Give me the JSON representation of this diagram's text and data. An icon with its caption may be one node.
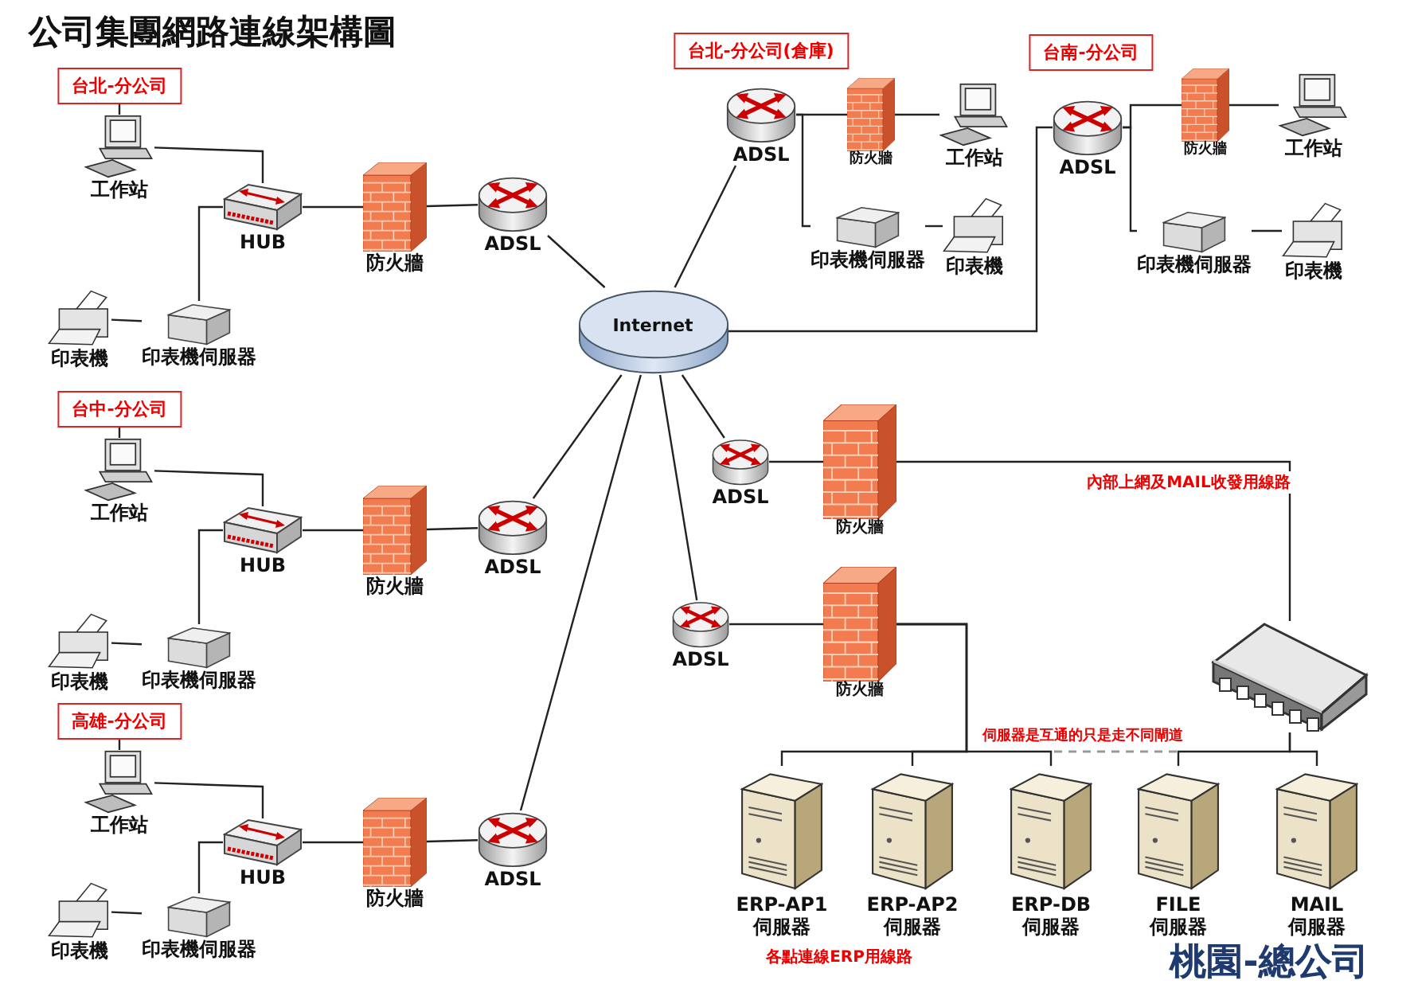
{
  "diagram": {
    "title": "公司集團網路連線架構圖",
    "nodes": [
      {
        "text": [
          "台北-分公司"
        ]
      },
      {
        "text": [
          "工作站"
        ]
      },
      {
        "text": [
          "HUB"
        ]
      },
      {
        "text": [
          "印表機"
        ]
      },
      {
        "text": [
          "印表機伺服器"
        ]
      },
      {
        "text": [
          "防火牆"
        ]
      },
      {
        "text": [
          "ADSL"
        ]
      },
      {
        "text": [
          "台中-分公司"
        ]
      },
      {
        "text": [
          "工作站"
        ]
      },
      {
        "text": [
          "HUB"
        ]
      },
      {
        "text": [
          "印表機"
        ]
      },
      {
        "text": [
          "印表機伺服器"
        ]
      },
      {
        "text": [
          "防火牆"
        ]
      },
      {
        "text": [
          "ADSL"
        ]
      },
      {
        "text": [
          "高雄-分公司"
        ]
      },
      {
        "text": [
          "工作站"
        ]
      },
      {
        "text": [
          "HUB"
        ]
      },
      {
        "text": [
          "印表機"
        ]
      },
      {
        "text": [
          "印表機伺服器"
        ]
      },
      {
        "text": [
          "防火牆"
        ]
      },
      {
        "text": [
          "ADSL"
        ]
      },
      {
        "text": [
          "Internet"
        ]
      },
      {
        "text": [
          "台北-分公司(倉庫)"
        ]
      },
      {
        "text": [
          "ADSL"
        ]
      },
      {
        "text": [
          "防火牆"
        ]
      },
      {
        "text": [
          "工作站"
        ]
      },
      {
        "text": [
          "印表機伺服器"
        ]
      },
      {
        "text": [
          "印表機"
        ]
      },
      {
        "text": [
          "台南-分公司"
        ]
      },
      {
        "text": [
          "ADSL"
        ]
      },
      {
        "text": [
          "防火牆"
        ]
      },
      {
        "text": [
          "工作站"
        ]
      },
      {
        "text": [
          "印表機伺服器"
        ]
      },
      {
        "text": [
          "印表機"
        ]
      },
      {
        "text": [
          "ADSL"
        ]
      },
      {
        "text": [
          "防火牆"
        ]
      },
      {
        "text": [
          "ADSL"
        ]
      },
      {
        "text": [
          "防火牆"
        ]
      },
      {
        "text": [],
        "shape": "box"
      },
      {
        "text": [
          "ERP-AP1 伺服器"
        ]
      },
      {
        "text": [
          "ERP-AP2 伺服器"
        ]
      },
      {
        "text": [
          "ERP-DB 伺服器"
        ]
      },
      {
        "text": [
          "FILE 伺服器"
        ]
      },
      {
        "text": [
          "MAIL 伺服器"
        ]
      }
    ],
    "edges": [
      {
        "from": 0,
        "to": 1,
        "arrow": "none"
      },
      {
        "from": 1,
        "to": 2,
        "arrow": "none"
      },
      {
        "from": 4,
        "to": 2,
        "arrow": "none"
      },
      {
        "from": 3,
        "to": 4,
        "arrow": "none"
      },
      {
        "from": 2,
        "to": 5,
        "arrow": "none"
      },
      {
        "from": 5,
        "to": 6,
        "arrow": "none"
      },
      {
        "from": 6,
        "to": 21,
        "arrow": "none"
      },
      {
        "from": 7,
        "to": 8,
        "arrow": "none"
      },
      {
        "from": 8,
        "to": 9,
        "arrow": "none"
      },
      {
        "from": 11,
        "to": 9,
        "arrow": "none"
      },
      {
        "from": 10,
        "to": 11,
        "arrow": "none"
      },
      {
        "from": 9,
        "to": 12,
        "arrow": "none"
      },
      {
        "from": 12,
        "to": 13,
        "arrow": "none"
      },
      {
        "from": 13,
        "to": 21,
        "arrow": "none"
      },
      {
        "from": 14,
        "to": 15,
        "arrow": "none"
      },
      {
        "from": 15,
        "to": 16,
        "arrow": "none"
      },
      {
        "from": 18,
        "to": 16,
        "arrow": "none"
      },
      {
        "from": 17,
        "to": 18,
        "arrow": "none"
      },
      {
        "from": 16,
        "to": 19,
        "arrow": "none"
      },
      {
        "from": 19,
        "to": 20,
        "arrow": "none"
      },
      {
        "from": 20,
        "to": 21,
        "arrow": "none"
      },
      {
        "from": 21,
        "to": 23,
        "arrow": "none"
      },
      {
        "from": 23,
        "to": 24,
        "arrow": "none"
      },
      {
        "from": 23,
        "to": 26,
        "arrow": "none"
      },
      {
        "from": 24,
        "to": 25,
        "arrow": "none"
      },
      {
        "from": 26,
        "to": 27,
        "arrow": "none"
      },
      {
        "from": 21,
        "to": 29,
        "arrow": "none"
      },
      {
        "from": 29,
        "to": 30,
        "arrow": "none"
      },
      {
        "from": 29,
        "to": 32,
        "arrow": "none"
      },
      {
        "from": 30,
        "to": 31,
        "arrow": "none"
      },
      {
        "from": 32,
        "to": 33,
        "arrow": "none"
      },
      {
        "from": 21,
        "to": 34,
        "arrow": "none"
      },
      {
        "from": 34,
        "to": 35,
        "arrow": "none"
      },
      {
        "from": 35,
        "to": 38,
        "arrow": "none",
        "label": "內部上網及MAIL收發用線路"
      },
      {
        "from": 21,
        "to": 36,
        "arrow": "none"
      },
      {
        "from": 36,
        "to": 37,
        "arrow": "none"
      },
      {
        "from": 37,
        "to": 39,
        "arrow": "none"
      },
      {
        "from": 37,
        "to": 40,
        "arrow": "none"
      },
      {
        "from": 37,
        "to": 41,
        "arrow": "none"
      },
      {
        "from": 38,
        "to": 42,
        "arrow": "none"
      },
      {
        "from": 38,
        "to": 43,
        "arrow": "none"
      }
    ],
    "labels": [
      "伺服器是互通的只是走不同閘道",
      "各點連線ERP用線路",
      "桃園-總公司"
    ]
  }
}
